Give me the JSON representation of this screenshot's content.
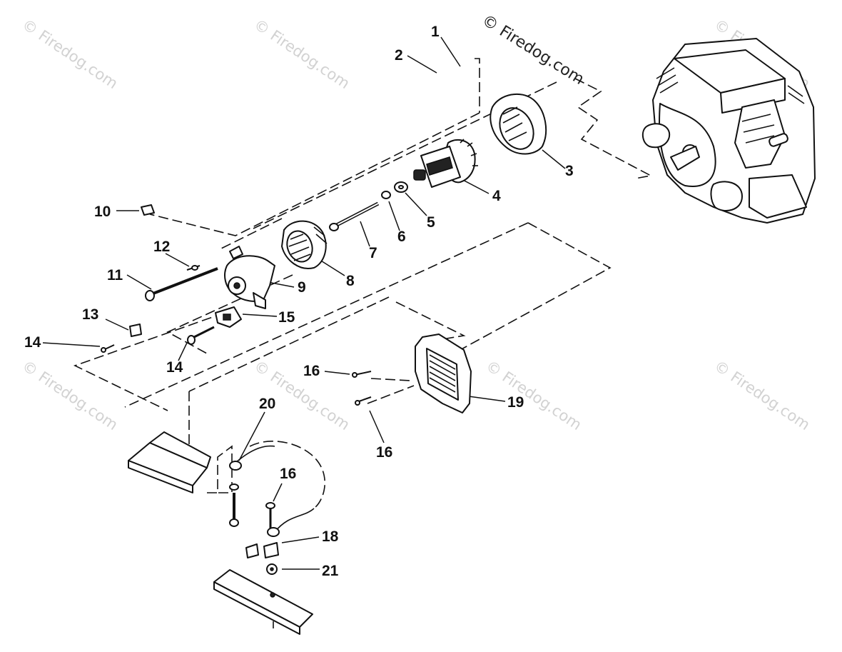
{
  "watermark": {
    "text": "© Firedog.com",
    "copyright_text": "© Firedog.com"
  },
  "part_labels": [
    "1",
    "2",
    "3",
    "4",
    "5",
    "6",
    "7",
    "8",
    "9",
    "10",
    "11",
    "12",
    "13",
    "14",
    "14",
    "15",
    "16",
    "16",
    "16",
    "18",
    "19",
    "20",
    "21"
  ],
  "colors": {
    "line": "#111111",
    "watermark": "#d2d2d2",
    "background": "#ffffff"
  }
}
